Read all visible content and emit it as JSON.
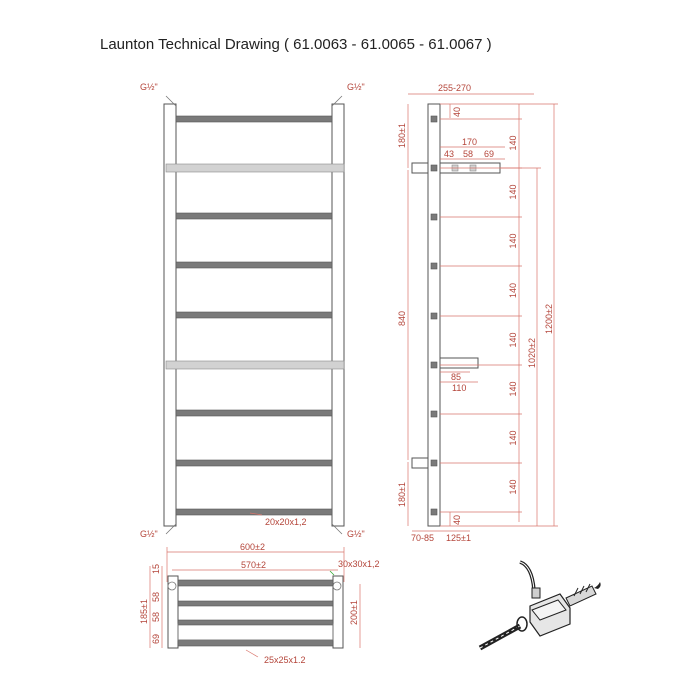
{
  "title": "Launton Technical Drawing ( 61.0063 - 61.0065 - 61.0067 )",
  "front_view": {
    "valve_top_left": "G½\"",
    "valve_top_right": "G½\"",
    "valve_bottom_left": "G½\"",
    "valve_bottom_right": "G½\"",
    "bar_size": "20x20x1,2",
    "bar_count": 9
  },
  "side_view": {
    "depth": "255-270",
    "top_offset": "40",
    "bracket_offset_top": "180±1",
    "bracket_offset_bottom": "180±1",
    "bracket_span": "170",
    "bracket_a": "43",
    "bracket_b": "58",
    "bracket_c": "69",
    "spacing": [
      "140",
      "140",
      "140",
      "140",
      "140",
      "140",
      "140",
      "140"
    ],
    "total_height": "1200±2",
    "inner_height": "1020±2",
    "bracket_height": "840",
    "mid_a": "85",
    "mid_b": "110",
    "bottom_offset": "40",
    "wall_gap": "70-85",
    "bottom_depth": "125±1"
  },
  "top_view": {
    "overall_width": "600±2",
    "centres": "570±2",
    "tube_size": "30x30x1,2",
    "left_15": "15",
    "left_58a": "58",
    "left_58b": "58",
    "left_69": "69",
    "left_total": "185±1",
    "right_total": "200±1",
    "bottom_tube": "25x25x1.2"
  }
}
